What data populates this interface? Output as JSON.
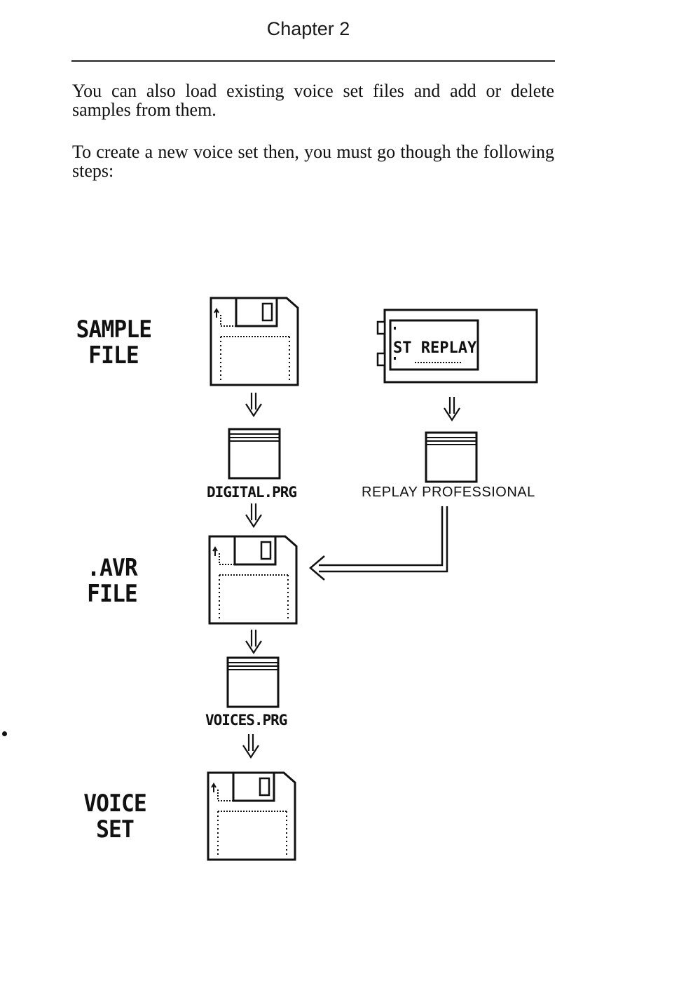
{
  "page": {
    "header": "Chapter 2",
    "paragraphs": [
      "You can also load existing voice set files and add or delete samples from them.",
      "To create a new voice set then, you must go though the following steps:"
    ]
  },
  "diagram": {
    "stages": [
      {
        "line1": "SAMPLE",
        "line2": "FILE"
      },
      {
        "line1": ".AVR",
        "line2": "FILE"
      },
      {
        "line1": "VOICE",
        "line2": "SET"
      }
    ],
    "programs": {
      "digital": "DIGITAL.PRG",
      "replay": "REPLAY PROFESSIONAL",
      "voices": "VOICES.PRG"
    },
    "cartridge_label": "ST REPLAY"
  }
}
